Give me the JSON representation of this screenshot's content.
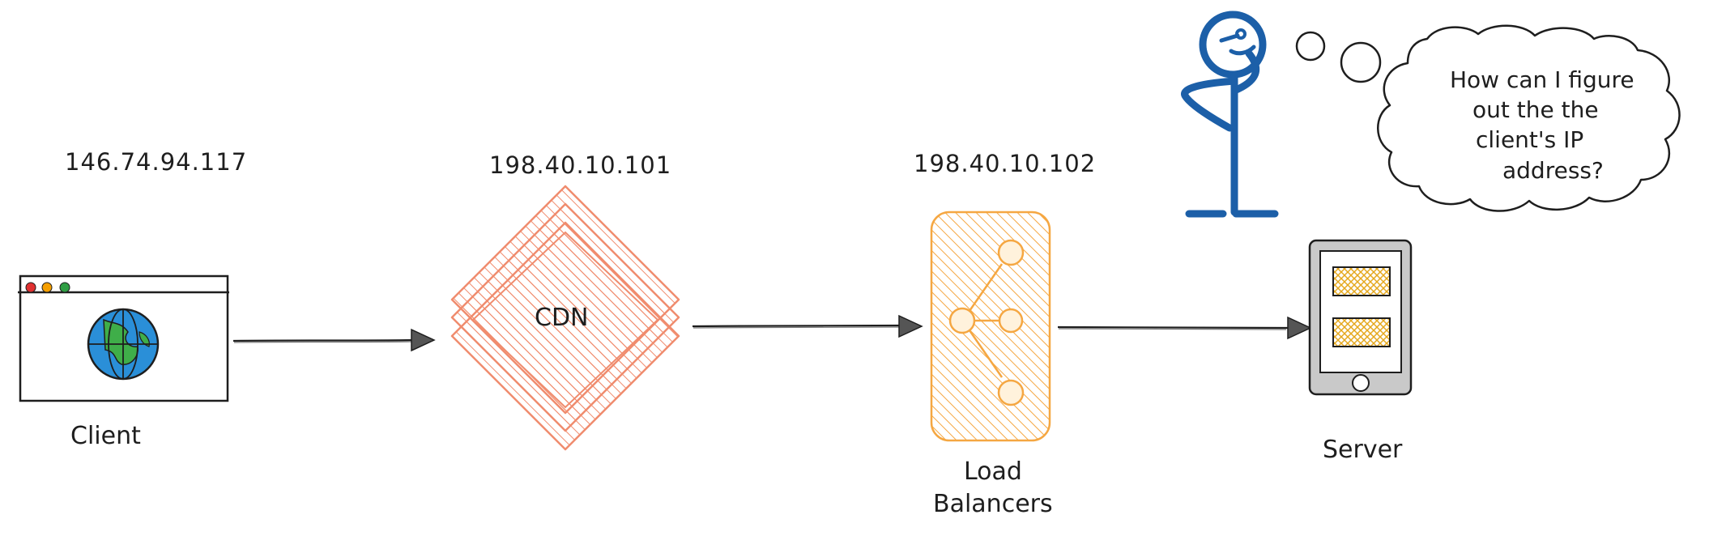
{
  "nodes": {
    "client": {
      "label": "Client",
      "ip": "146.74.94.117"
    },
    "cdn": {
      "label": "CDN",
      "ip": "198.40.10.101"
    },
    "load_balancer": {
      "label_line1": "Load",
      "label_line2": "Balancers",
      "ip": "198.40.10.102"
    },
    "server": {
      "label": "Server"
    }
  },
  "thought_bubble": {
    "line1": "How can I figure",
    "line2": "out the the",
    "line3": "client's IP",
    "line4": "address?"
  },
  "edges": [
    {
      "from": "client",
      "to": "cdn"
    },
    {
      "from": "cdn",
      "to": "load_balancer"
    },
    {
      "from": "load_balancer",
      "to": "server"
    }
  ],
  "colors": {
    "ink": "#1e1e1e",
    "cdn": "#f08c6e",
    "load_balancer": "#f5a742",
    "person": "#1c5fa8",
    "globe_water": "#2a8fd8",
    "globe_land": "#3fae49",
    "server_panel": "#f7c94b",
    "server_body": "#c9c9c9"
  },
  "icons": {
    "client": "browser-globe-icon",
    "cdn": "cdn-stack-icon",
    "load_balancer": "load-balancer-icon",
    "server": "server-icon",
    "person": "stick-figure-icon"
  }
}
